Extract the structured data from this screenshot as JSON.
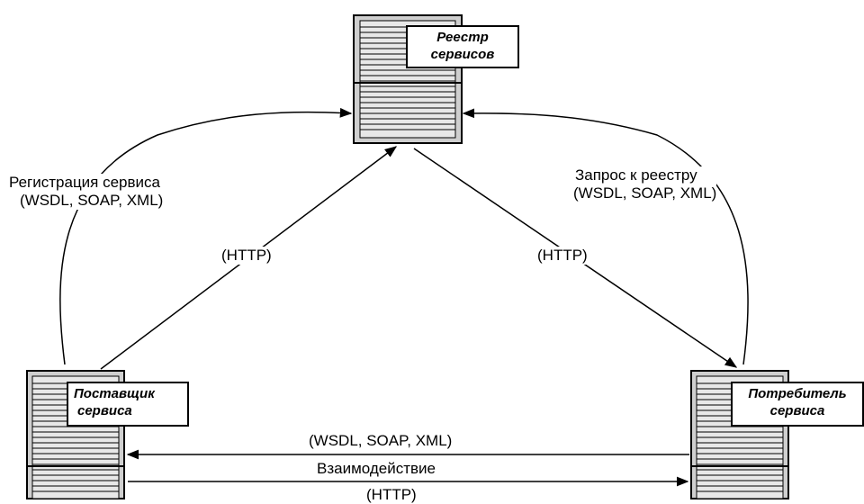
{
  "nodes": {
    "registry": {
      "line1": "Реестр",
      "line2": "сервисов"
    },
    "provider": {
      "line1": "Поставщик",
      "line2": "сервиса"
    },
    "consumer": {
      "line1": "Потребитель",
      "line2": "сервиса"
    }
  },
  "edges": {
    "registration": {
      "line1": "Регистрация сервиса",
      "line2": "(WSDL, SOAP, XML)"
    },
    "registry_query": {
      "line1": "Запрос к реестру",
      "line2": "(WSDL, SOAP, XML)"
    },
    "left_http": "(HTTP)",
    "right_http": "(HTTP)",
    "bottom_protocols": "(WSDL, SOAP, XML)",
    "interaction": "Взаимодействие",
    "bottom_http": "(HTTP)"
  }
}
